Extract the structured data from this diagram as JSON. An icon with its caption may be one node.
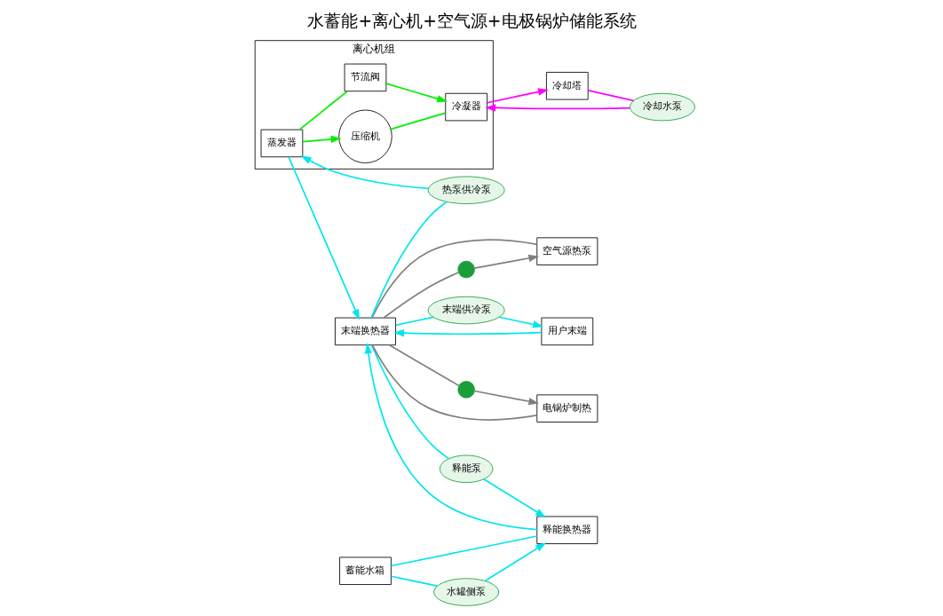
{
  "diagram": {
    "title": "水蓄能+离心机+空气源+电极锅炉储能系统",
    "nodes": [
      {
        "text": [
          "冷却塔"
        ]
      },
      {
        "text": [
          "离心机组"
        ]
      },
      {
        "text": [
          "冷凝器"
        ],
        "in": 1
      },
      {
        "text": [
          "蒸发器"
        ],
        "in": 1
      },
      {
        "text": [
          "压缩机"
        ],
        "in": 1
      },
      {
        "text": [
          "节流阀"
        ],
        "in": 1
      },
      {
        "text": [
          "空气源热泵"
        ]
      },
      {
        "text": [
          "末端换热器"
        ]
      },
      {
        "text": [
          "用户末端"
        ]
      },
      {
        "text": [
          "蓄能水箱"
        ]
      },
      {
        "text": [
          "释能换热器"
        ]
      },
      {
        "text": [
          "电锅炉制热"
        ]
      },
      {
        "text": [
          "冷却水泵"
        ]
      },
      {
        "text": [
          "热泵供冷泵"
        ]
      },
      {
        "text": [
          "末端供冷泵"
        ]
      },
      {
        "text": [
          "释能泵"
        ]
      },
      {
        "text": [
          "水罐侧泵"
        ]
      },
      {
        "text": [],
        "shape": "circle"
      },
      {
        "text": [],
        "shape": "circle"
      }
    ],
    "edges": [
      {
        "from": 2,
        "to": 0,
        "arrow": "to",
        "color": "#ff00ff"
      },
      {
        "from": 0,
        "to": 12,
        "arrow": "none",
        "color": "#ff00ff"
      },
      {
        "from": 12,
        "to": 2,
        "arrow": "to",
        "color": "#ff00ff"
      },
      {
        "from": 3,
        "to": 4,
        "arrow": "to",
        "color": "#00ee00"
      },
      {
        "from": 4,
        "to": 2,
        "arrow": "none",
        "color": "#00ee00"
      },
      {
        "from": 3,
        "to": 5,
        "arrow": "none",
        "color": "#00ee00"
      },
      {
        "from": 5,
        "to": 2,
        "arrow": "to",
        "color": "#00ee00"
      },
      {
        "from": 13,
        "to": 3,
        "arrow": "to"
      },
      {
        "from": 7,
        "to": 13,
        "arrow": "none"
      },
      {
        "from": 3,
        "to": 7,
        "arrow": "to"
      },
      {
        "from": 8,
        "to": 7,
        "arrow": "to"
      },
      {
        "from": 7,
        "to": 14,
        "arrow": "none"
      },
      {
        "from": 14,
        "to": 8,
        "arrow": "to"
      },
      {
        "from": 7,
        "to": 15,
        "arrow": "none"
      },
      {
        "from": 15,
        "to": 10,
        "arrow": "to"
      },
      {
        "from": 10,
        "to": 7,
        "arrow": "to"
      },
      {
        "from": 9,
        "to": 10,
        "arrow": "none"
      },
      {
        "from": 9,
        "to": 16,
        "arrow": "none"
      },
      {
        "from": 16,
        "to": 10,
        "arrow": "to"
      },
      {
        "from": 7,
        "to": 17,
        "arrow": "none",
        "color": "#808080"
      },
      {
        "from": 17,
        "to": 6,
        "arrow": "to",
        "color": "#808080"
      },
      {
        "from": 6,
        "to": 7,
        "arrow": "none",
        "color": "#808080"
      },
      {
        "from": 7,
        "to": 18,
        "arrow": "none",
        "color": "#808080"
      },
      {
        "from": 18,
        "to": 11,
        "arrow": "to",
        "color": "#808080"
      },
      {
        "from": 11,
        "to": 7,
        "arrow": "none",
        "color": "#808080"
      }
    ]
  }
}
